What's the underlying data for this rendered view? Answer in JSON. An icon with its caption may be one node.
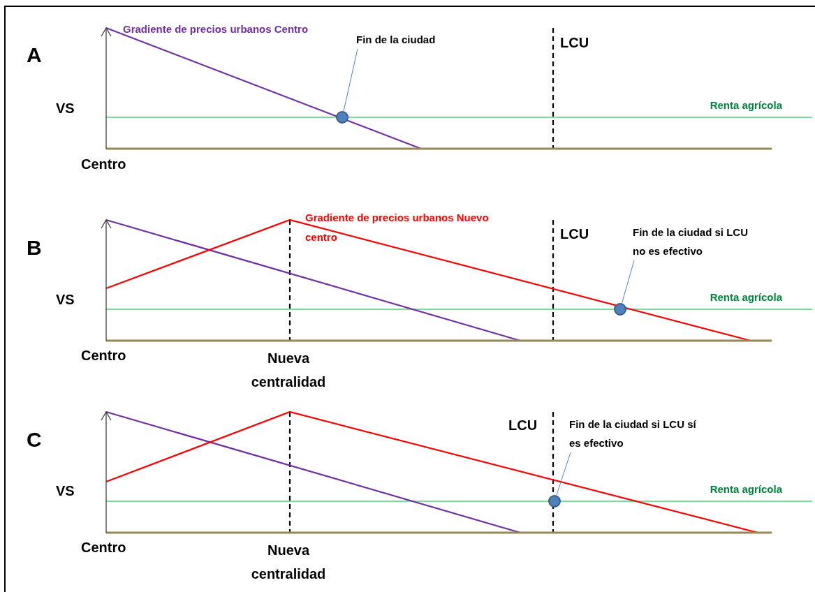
{
  "diagram": {
    "nodes": [
      {
        "text": [
          "Fin de la ciudad"
        ]
      },
      {
        "text": [],
        "shape": "circle"
      },
      {
        "text": [
          "Fin de la ciudad si LCU no es efectivo"
        ]
      },
      {
        "text": [],
        "shape": "circle"
      },
      {
        "text": [
          "Fin de la ciudad si LCU sí es efectivo"
        ]
      },
      {
        "text": [],
        "shape": "circle"
      }
    ],
    "edges": [
      {
        "from": 0,
        "to": 1,
        "arrow": "none"
      },
      {
        "from": 2,
        "to": 3,
        "arrow": "none"
      },
      {
        "from": 4,
        "to": 5,
        "arrow": "none"
      }
    ],
    "labels": [
      "A",
      "Gradiente de precios urbanos Centro",
      "LCU",
      "VS",
      "Renta agrícola",
      "Centro",
      "B",
      "Gradiente de precios urbanos Nuevo centro",
      "LCU",
      "VS",
      "Renta agrícola",
      "Centro",
      "Nueva centralidad",
      "C",
      "LCU",
      "VS",
      "Renta agrícola",
      "Centro",
      "Nueva centralidad"
    ]
  }
}
